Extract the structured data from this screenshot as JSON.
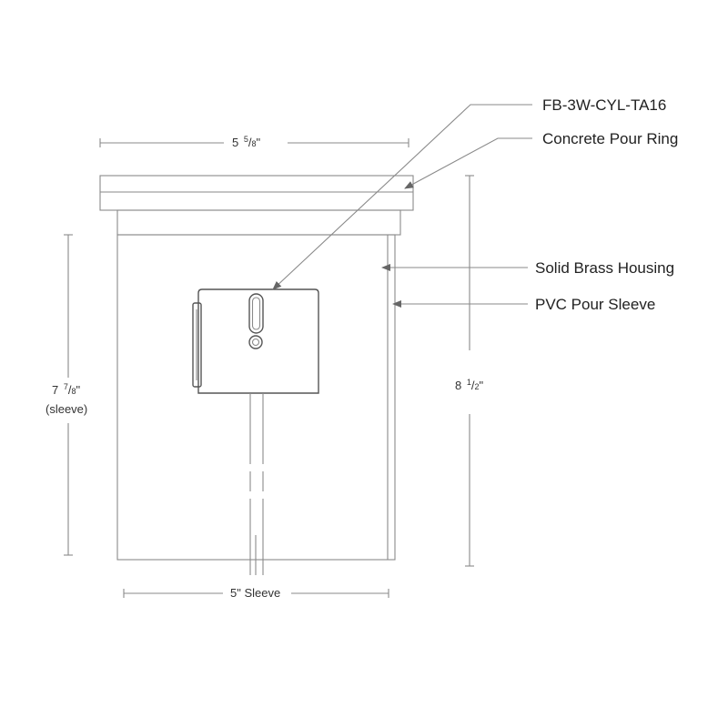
{
  "callouts": {
    "model": "FB-3W-CYL-TA16",
    "pour_ring": "Concrete Pour Ring",
    "housing": "Solid Brass Housing",
    "sleeve": "PVC Pour Sleeve"
  },
  "dimensions": {
    "top_width": {
      "whole": "5",
      "num": "5",
      "den": "8",
      "unit": "\""
    },
    "sleeve_height": {
      "whole": "7",
      "num": "7",
      "den": "8",
      "unit": "\"",
      "note": "(sleeve)"
    },
    "total_height": {
      "whole": "8",
      "num": "1",
      "den": "2",
      "unit": "\""
    },
    "bottom_width": "5\" Sleeve"
  },
  "colors": {
    "line": "#8a8a8a",
    "dark_line": "#555555",
    "text": "#222222"
  }
}
